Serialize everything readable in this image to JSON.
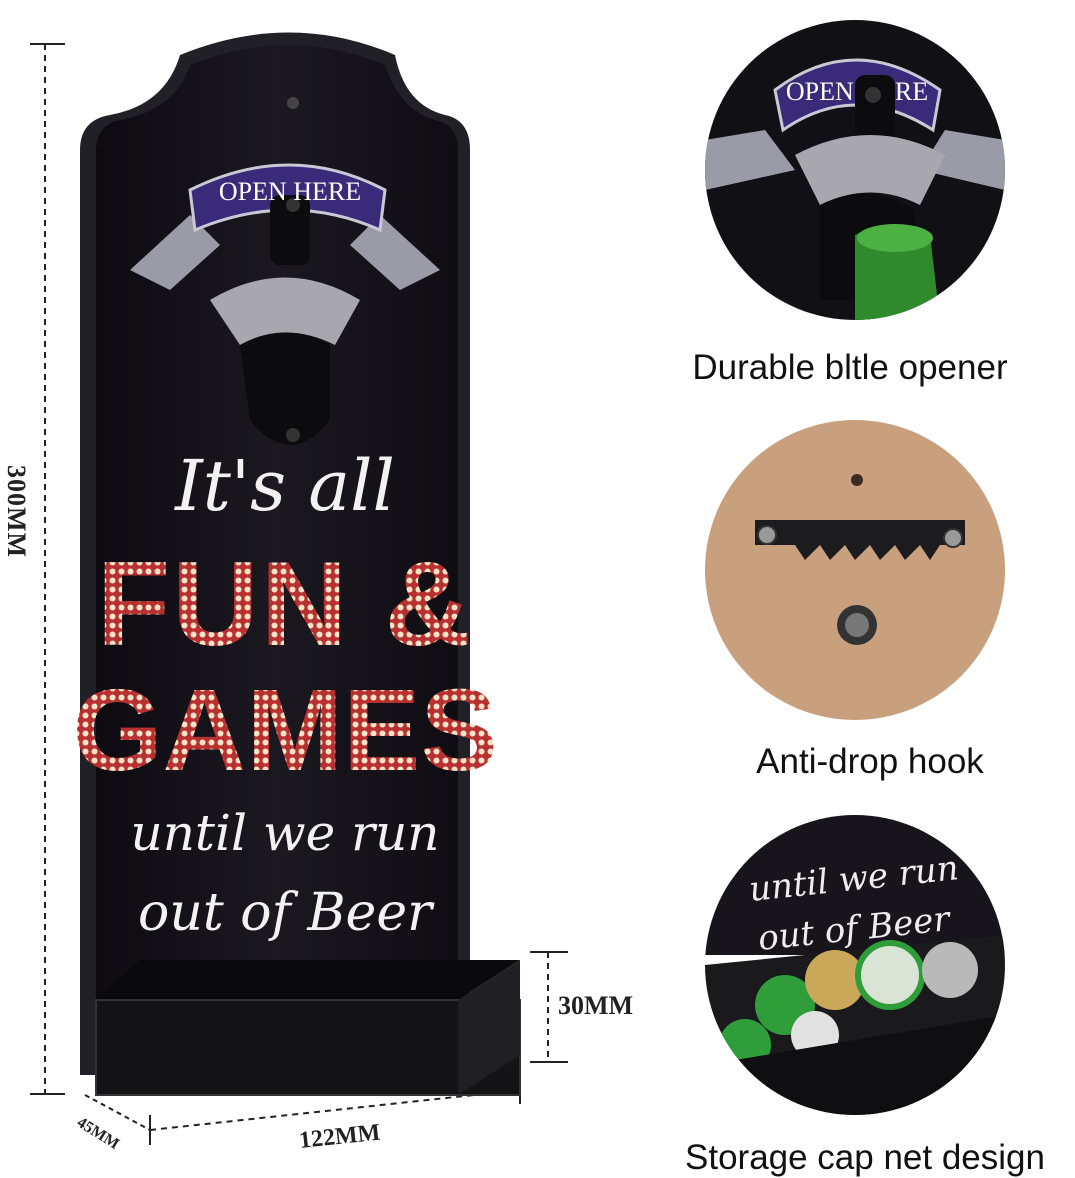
{
  "dimensions": {
    "height": "300MM",
    "width": "122MM",
    "depth": "45MM",
    "tray_height": "30MM"
  },
  "sign": {
    "banner": "OPEN HERE",
    "line1": "It's all",
    "line2": "FUN &",
    "line3": "GAMES",
    "line4": "until we run",
    "line5": "out of Beer"
  },
  "features": [
    {
      "label": "Durable bltle opener",
      "banner": "OPEN HERE"
    },
    {
      "label": "Anti-drop hook"
    },
    {
      "label": "Storage cap net design",
      "text1": "until we run",
      "text2": "out of Beer"
    }
  ],
  "colors": {
    "board": "#17141c",
    "banner": "#3a2a7a",
    "marquee": "#c23a3a",
    "cork": "#c9a07e"
  }
}
